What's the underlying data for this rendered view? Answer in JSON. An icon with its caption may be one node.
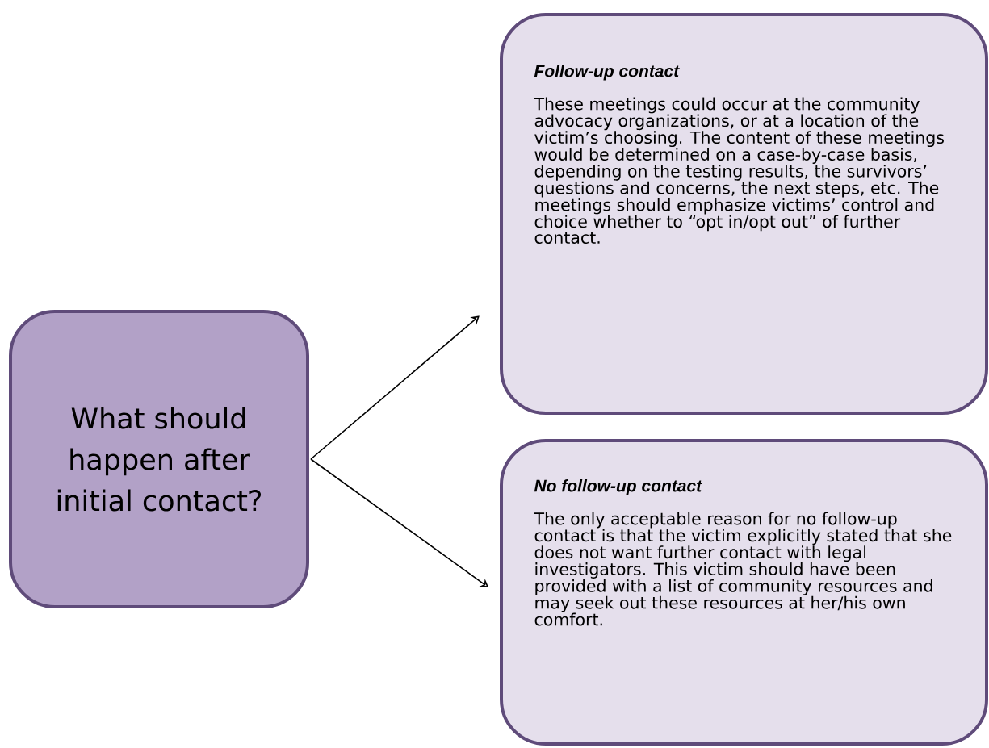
{
  "diagram": {
    "nodes": [
      {
        "text": [
          "What should happen after initial contact?"
        ]
      },
      {
        "text": [
          "Follow-up contact",
          "These meetings could occur at the community advocacy organizations, or at a location of the victim’s choosing. The content of these meetings would be determined on a case-by-case basis, depending on the testing results, the survivors’ questions and concerns, the next steps, etc. The meetings should emphasize victims’ control and choice whether to “opt in/opt out” of further contact."
        ]
      },
      {
        "text": [
          "No follow-up contact",
          "The only acceptable reason for no follow-up contact is that the victim explicitly stated that she does not want further contact with legal investigators. This victim should have been provided with a list of  community resources and may seek out these resources at her/his own comfort."
        ]
      }
    ],
    "edges": [
      {
        "from": 0,
        "to": 1,
        "arrow": "to"
      },
      {
        "from": 0,
        "to": 2,
        "arrow": "to"
      }
    ]
  }
}
